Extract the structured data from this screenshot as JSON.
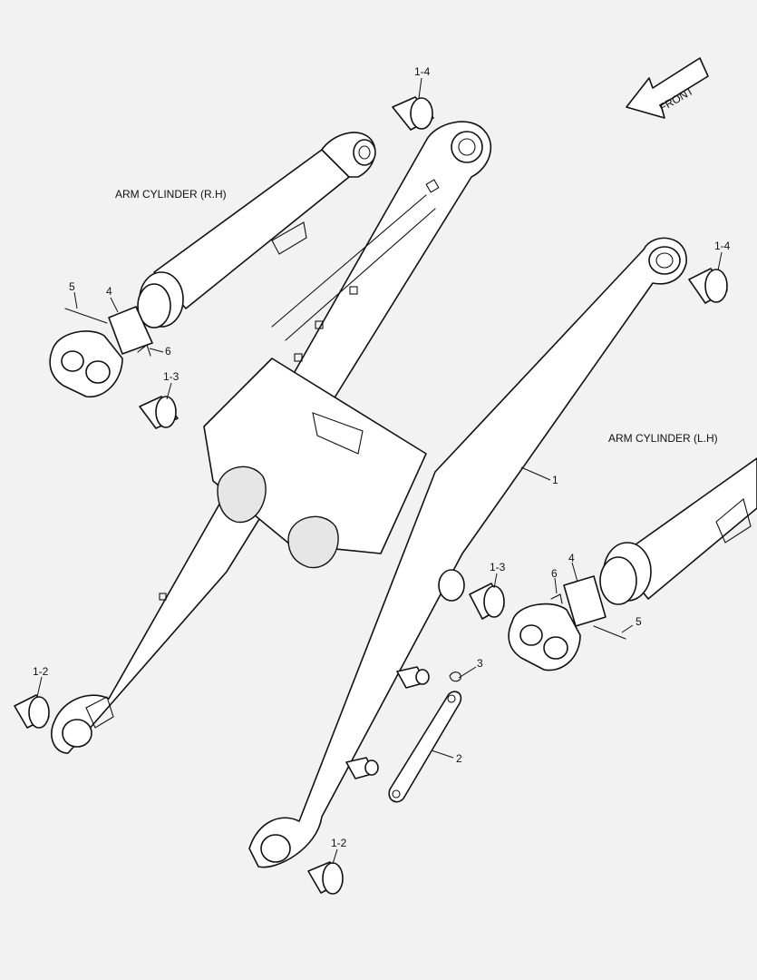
{
  "labels": {
    "arm_cylinder_rh": "ARM CYLINDER (R.H)",
    "arm_cylinder_lh": "ARM CYLINDER (L.H)",
    "front": "FRONT"
  },
  "callouts": {
    "c_1": "1",
    "c_1_4_top": "1-4",
    "c_1_4_right": "1-4",
    "c_1_3_left": "1-3",
    "c_1_3_center": "1-3",
    "c_1_2_left": "1-2",
    "c_1_2_bottom": "1-2",
    "c_2": "2",
    "c_3": "3",
    "c_4_rh": "4",
    "c_5_rh": "5",
    "c_6_rh": "6",
    "c_4_lh": "4",
    "c_5_lh": "5",
    "c_6_lh": "6"
  }
}
